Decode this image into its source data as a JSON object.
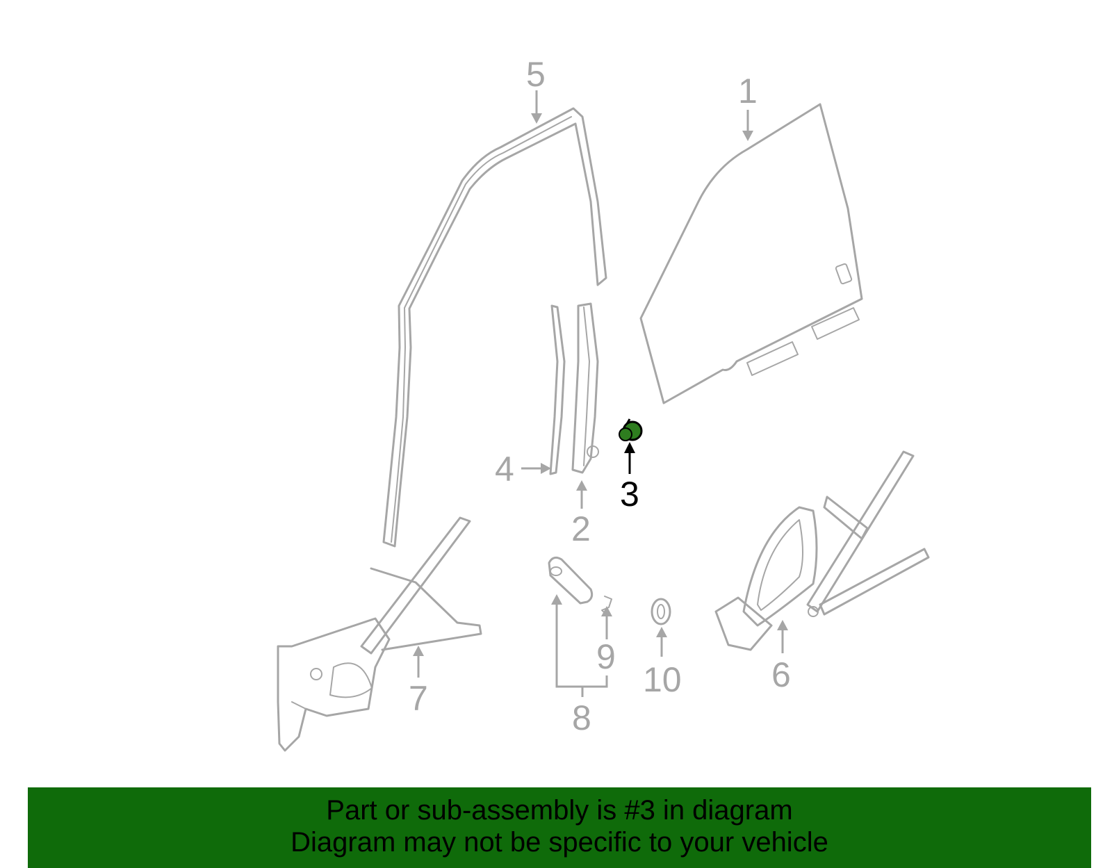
{
  "diagram": {
    "highlighted_part": "3",
    "highlight_color": "#2e7d1f",
    "line_color": "#a6a6a6",
    "callouts": [
      "1",
      "2",
      "3",
      "4",
      "5",
      "6",
      "7",
      "8",
      "9",
      "10"
    ]
  },
  "banner": {
    "line1": "Part or sub-assembly is #3 in diagram",
    "line2": "Diagram may not be specific to your vehicle",
    "background": "#0f6b0a"
  }
}
